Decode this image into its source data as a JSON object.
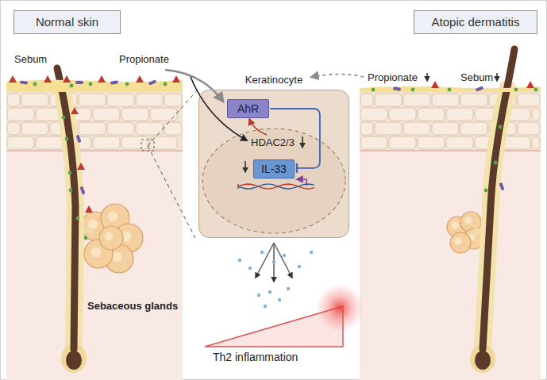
{
  "diagram": {
    "nodes": [
      {
        "text": [
          "Normal skin"
        ]
      },
      {
        "text": [
          "Atopic dermatitis"
        ]
      },
      {
        "text": [
          "Keratinocyte"
        ]
      },
      {
        "text": [
          "AhR"
        ],
        "in": 2
      },
      {
        "text": [
          "IL-33"
        ],
        "in": 2
      }
    ],
    "edges": [
      {
        "from": 3,
        "to": 4,
        "arrow": "to"
      }
    ],
    "labels": [
      "Sebum",
      "Propionate",
      "HDAC2/3",
      "Sebaceous glands",
      "Th2 inflammation",
      "Propionate",
      "Sebum"
    ]
  }
}
